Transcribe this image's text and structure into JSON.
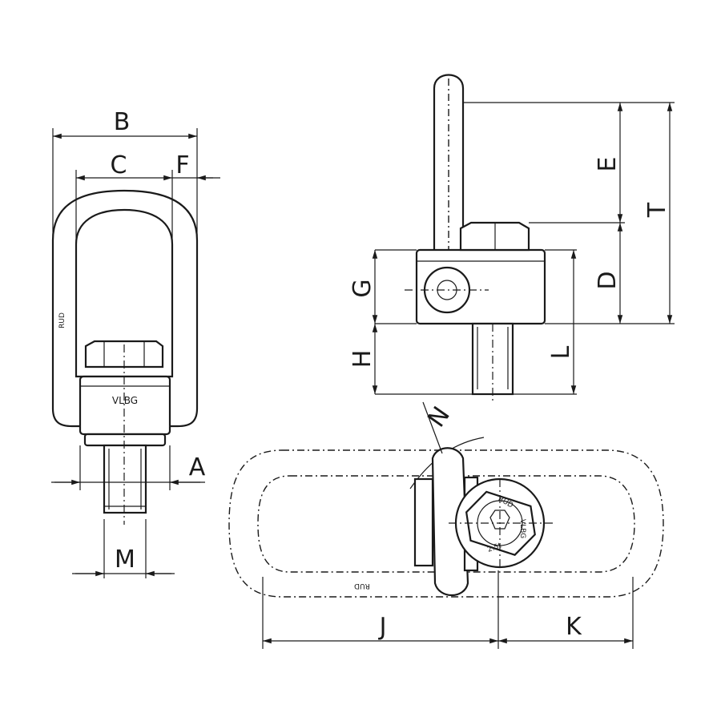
{
  "dimensions": {
    "A": "A",
    "B": "B",
    "C": "C",
    "D": "D",
    "E": "E",
    "F": "F",
    "G": "G",
    "H": "H",
    "J": "J",
    "K": "K",
    "L": "L",
    "M": "M",
    "N": "N",
    "T": "T"
  },
  "markings": {
    "brand": "VLBG",
    "side_code": "RUD",
    "bottom_code": "RUD",
    "head_codes": [
      "RUD",
      "VLBG",
      "2.5t"
    ]
  }
}
